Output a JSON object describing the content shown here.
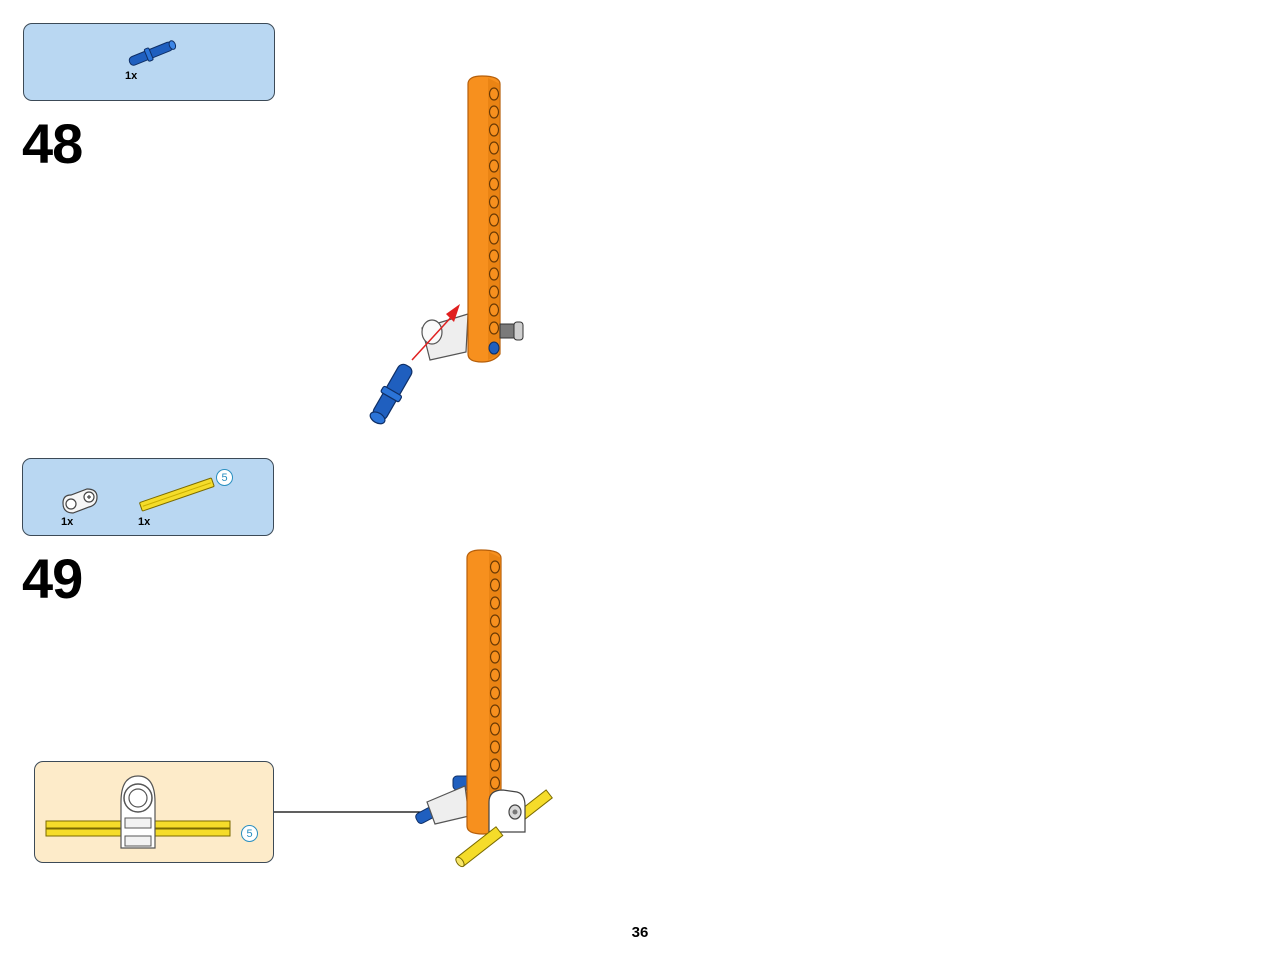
{
  "steps": [
    {
      "number": "48",
      "parts": [
        {
          "name": "blue-pin",
          "quantity": "1x",
          "color": "#1f5fbf"
        }
      ]
    },
    {
      "number": "49",
      "parts": [
        {
          "name": "white-cross-block",
          "quantity": "1x",
          "color": "#ffffff"
        },
        {
          "name": "yellow-axle",
          "quantity": "1x",
          "color": "#f5dc2a",
          "length_badge": "5"
        }
      ],
      "callout": {
        "length_badge": "5"
      }
    }
  ],
  "colors": {
    "beam": "#f7901e",
    "parts_panel": "#b9d7f2",
    "callout_panel": "#fdebc9",
    "arrow_red": "#e02020",
    "badge_blue": "#2a8fc0"
  },
  "page": {
    "number": "36"
  }
}
